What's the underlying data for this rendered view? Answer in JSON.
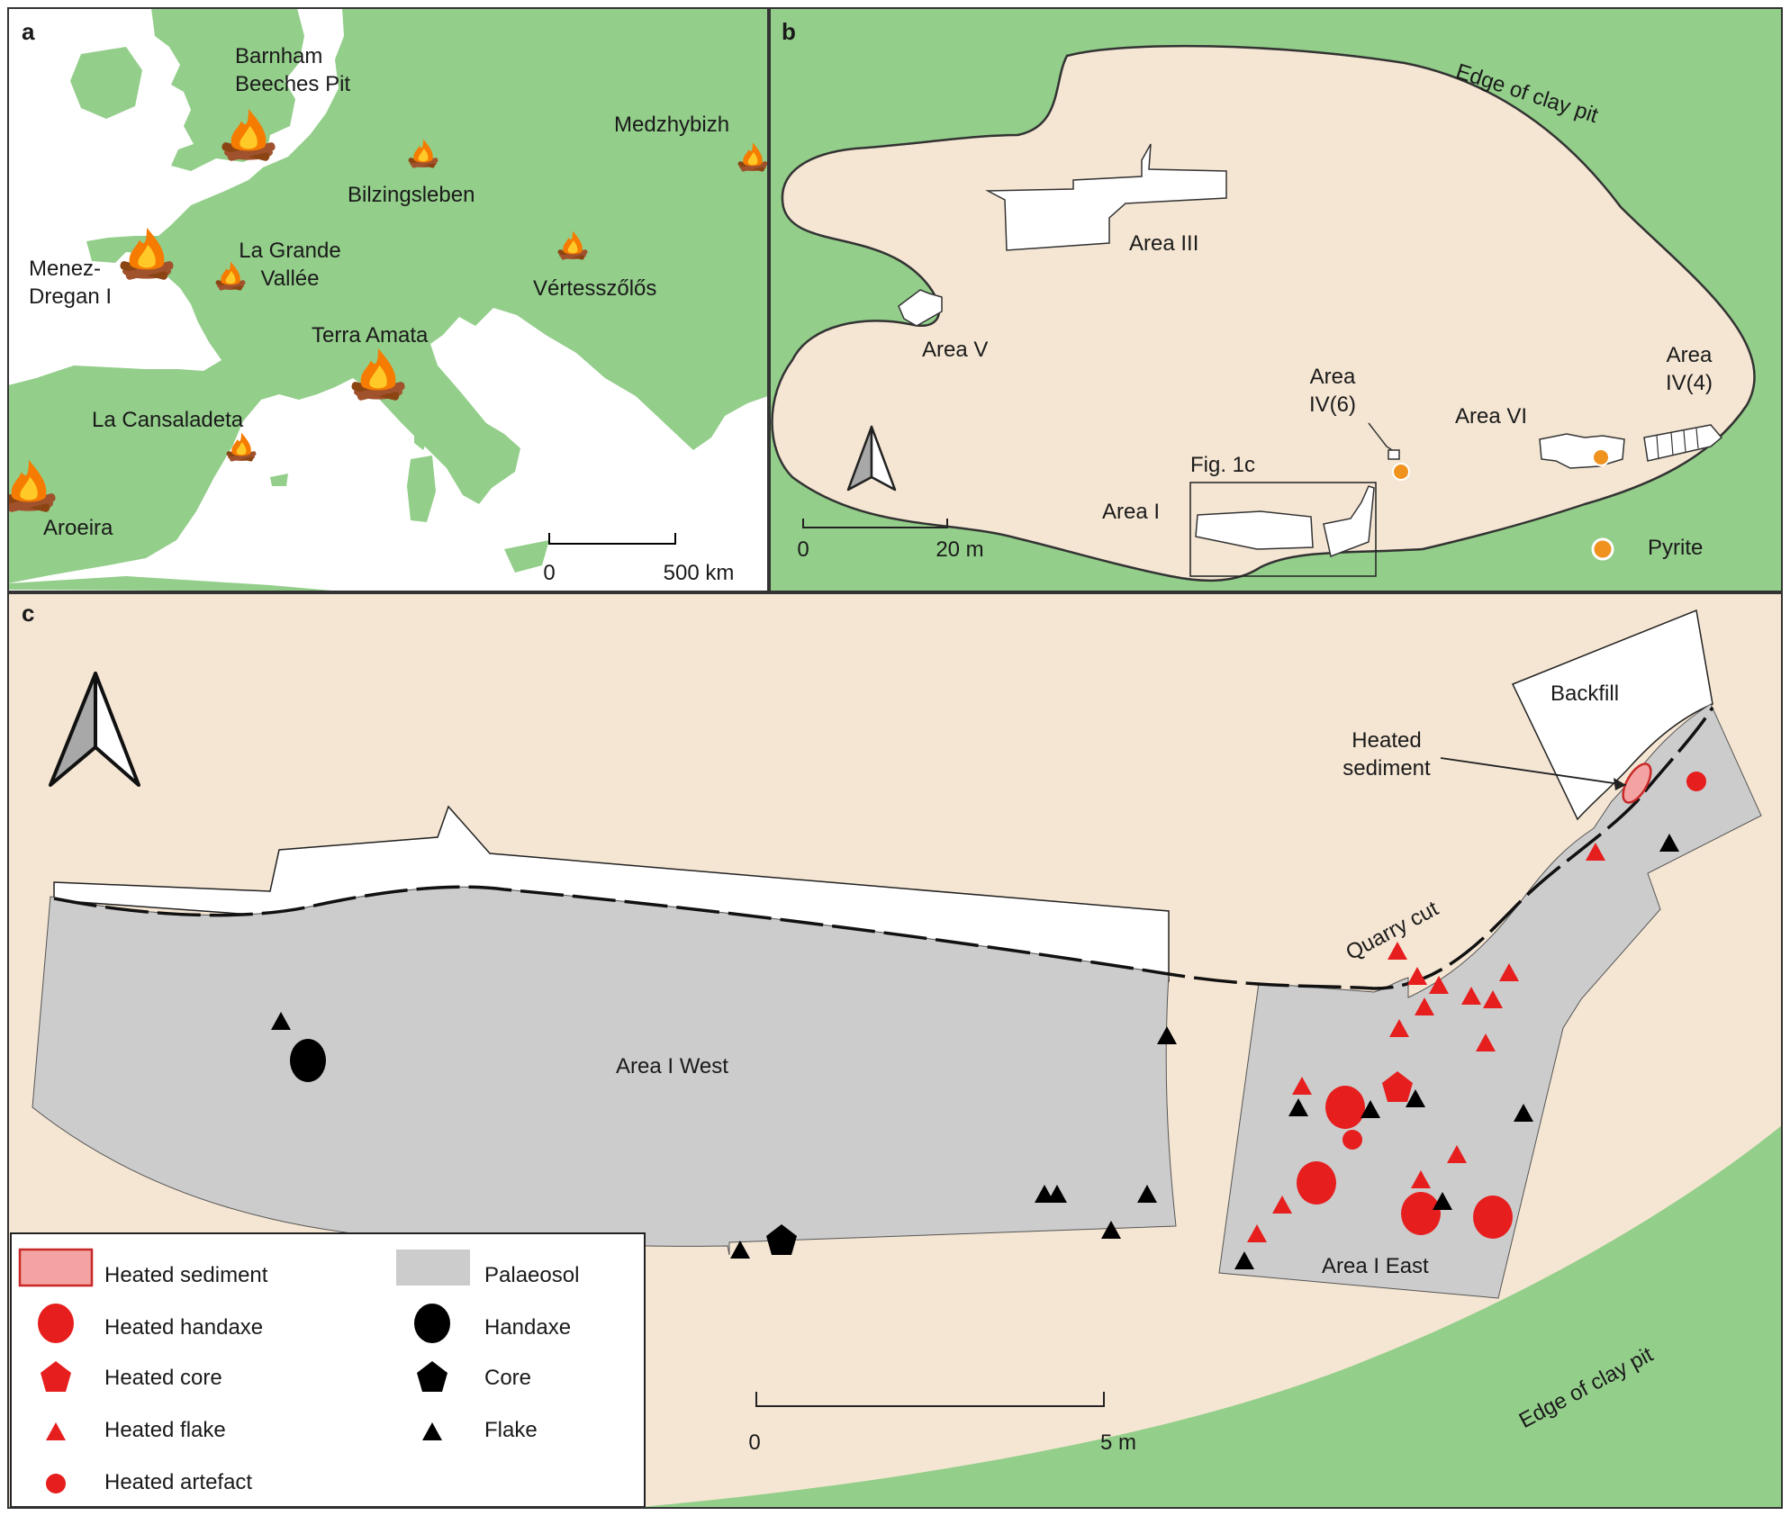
{
  "colors": {
    "land_green": "#93ce8a",
    "sea_white": "#ffffff",
    "clay_beige": "#f5e6d3",
    "palaeosol_grey": "#cccccc",
    "heated_red": "#e61e1e",
    "heated_sediment_fill": "#f4a3a3",
    "heated_sediment_stroke": "#c82828",
    "artifact_black": "#000000",
    "pyrite_orange": "#f0921e"
  },
  "panel_a": {
    "letter": "a",
    "sites": [
      {
        "label": "Barnham\nBeeches Pit",
        "icon": "campfire-icon"
      },
      {
        "label": "Bilzingsleben",
        "icon": "campfire-icon"
      },
      {
        "label": "Medzhybizh",
        "icon": "campfire-icon"
      },
      {
        "label": "Menez-\nDregan I",
        "icon": "campfire-icon"
      },
      {
        "label": "La Grande\nVallée",
        "icon": "campfire-icon"
      },
      {
        "label": "Vértesszőlős",
        "icon": "campfire-icon"
      },
      {
        "label": "Terra Amata",
        "icon": "campfire-icon"
      },
      {
        "label": "La Cansaladeta",
        "icon": "campfire-icon"
      },
      {
        "label": "Aroeira",
        "icon": "campfire-icon"
      }
    ],
    "scale": {
      "start": "0",
      "end": "500 km"
    }
  },
  "panel_b": {
    "letter": "b",
    "edge_label": "Edge of clay pit",
    "areas": {
      "area_3": "Area III",
      "area_5": "Area V",
      "area_4_6": "Area\nIV(6)",
      "area_6": "Area VI",
      "area_4_4": "Area\nIV(4)",
      "area_1": "Area I"
    },
    "inset_label": "Fig. 1c",
    "legend_pyrite": "Pyrite",
    "scale": {
      "start": "0",
      "end": "20 m"
    }
  },
  "panel_c": {
    "letter": "c",
    "backfill": "Backfill",
    "heated_sediment_label": "Heated\nsediment",
    "quarry_cut": "Quarry cut",
    "area_west": "Area I West",
    "area_east": "Area I East",
    "edge_label": "Edge of clay pit",
    "scale": {
      "start": "0",
      "end": "5 m"
    },
    "legend": [
      {
        "label": "Heated sediment",
        "symbol": "heated-sediment-swatch"
      },
      {
        "label": "Heated handaxe",
        "symbol": "red-oval"
      },
      {
        "label": "Heated core",
        "symbol": "red-pentagon"
      },
      {
        "label": "Heated flake",
        "symbol": "red-triangle"
      },
      {
        "label": "Heated artefact",
        "symbol": "red-dot"
      },
      {
        "label": "Palaeosol",
        "symbol": "grey-swatch"
      },
      {
        "label": "Handaxe",
        "symbol": "black-oval"
      },
      {
        "label": "Core",
        "symbol": "black-pentagon"
      },
      {
        "label": "Flake",
        "symbol": "black-triangle"
      }
    ]
  }
}
